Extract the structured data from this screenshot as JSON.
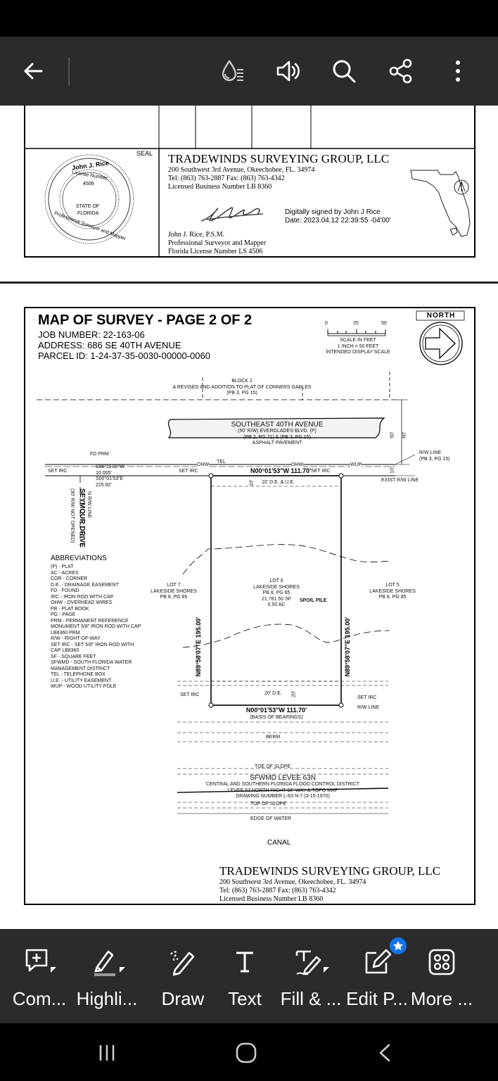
{
  "toolbar": {
    "back_icon": "arrow-left-icon",
    "icons": [
      "read-mode-icon",
      "read-aloud-icon",
      "search-icon",
      "share-icon",
      "more-vertical-icon"
    ]
  },
  "seal": {
    "header": "SEAL",
    "name": "John J. Rice",
    "license_label": "License Number",
    "license_no": "4506",
    "state": "STATE OF",
    "state2": "FLORIDA",
    "arc_text": "Professional Surveyor and Mapper"
  },
  "firm": {
    "name": "TRADEWINDS SURVEYING GROUP, LLC",
    "address": "200 Southwest 3rd Avenue, Okeechobee, FL. 34974",
    "phones": "Tel: (863) 763-2887 Fax: (863) 763-4342",
    "license": "Licensed Business Number LB 8360"
  },
  "signature": {
    "digital_line1": "Digitally signed by John J Rice",
    "digital_line2": "Date: 2023.04.12 22:39:55 -04'00'",
    "name": "John J. Rice, P.S.M.",
    "title": "Professional Surveyor and Mapper",
    "license": "Florida License Number LS 4506"
  },
  "map": {
    "title": "MAP OF SURVEY - PAGE 2 OF 2",
    "job": "JOB NUMBER: 22-163-06",
    "address": "ADDRESS: 686 SE 40TH AVENUE",
    "parcel": "PARCEL ID: 1-24-37-35-0030-00000-0060",
    "scale_ticks": [
      "0",
      "25",
      "50"
    ],
    "scale_l1": "SCALE IN FEET",
    "scale_l2": "1 INCH = 50 FEET",
    "scale_l3": "INTENDED DISPLAY SCALE",
    "north": "NORTH",
    "block_l1": "BLOCK 2",
    "block_l2": "A REVISED AND ADDITION TO PLAT OF CONNERS GABLES",
    "block_l3": "(PB 3, PG 15)",
    "road_l1": "SOUTHEAST 40TH AVENUE",
    "road_l2": "(50' R/W) EVERGLADES BLVD. (P)",
    "road_l3": "(PB 2, PG 71) & (PB 3, PG 15)",
    "road_l4": "ASPHALT PAVEMENT",
    "dim_50": "50'",
    "dim_60": "60'",
    "dim_10": "10'",
    "rw_line_l1": "R/W LINE",
    "rw_line_l2": "(PB 3, PG 15)",
    "exist_rw": "EXIST R/W LINE",
    "fd_prm": "FD PRM",
    "set_irc_left": "SET IRC",
    "bearing1": "S86°11'28\"W",
    "bearing1_dist": "10.005'",
    "bearing2": "S00°01'53\"E",
    "bearing2_dist": "225.92'",
    "set_irc": "SET IRC",
    "ohw": "OHW",
    "tel": "TEL",
    "wup": "WUP",
    "north_line": "N00°01'53\"W 111.70'",
    "de_ue": "10' D.E. & U.E.",
    "dim_10b": "10'",
    "seymour_l1": "SEYMOUR DRIVE",
    "seymour_l2": "(30' R/W NOT OPENED)",
    "nrw": "N R/W LINE",
    "abbr_title": "ABBREVIATIONS",
    "abbr": [
      "(P) - PLAT",
      "AC - ACRES",
      "COR - CORNER",
      "D.E. - DRAINAGE EASEMENT",
      "FD - FOUND",
      "IRC - IRON ROD WITH CAP",
      "OHW - OVERHEAD WIRES",
      "PB - PLAT BOOK",
      "PG - PAGE",
      "PRM - PERMANENT REFERENCE",
      "MONUMENT 5/8\" IRON ROD WITH CAP",
      "LB8360 PRM",
      "R/W - RIGHT-OF-WAY",
      "SET IRC - SET 5/8\" IRON ROD WITH",
      "CAP LB8360",
      "SF - SQUARE FEET",
      "SFWMD - SOUTH FLORIDA WATER",
      "MANAGEMENT DISTRICT",
      "TEL - TELEPHONE BOX",
      "U.E. - UTILITY EASEMENT",
      "WUP - WOOD UTILITY POLE"
    ],
    "west_side": "N89°58'07\"E 195.00'",
    "east_side": "N89°58'07\"E 195.00'",
    "lot7_l1": "LOT 7",
    "lot7_l2": "LAKESIDE SHORES",
    "lot7_l3": "PB 8, PG 85",
    "lot6_l1": "LOT 6",
    "lot6_l2": "LAKESIDE SHORES",
    "lot6_l3": "PB 8, PG 85",
    "lot6_l4": "21,781.50 SF",
    "lot6_l5": "0.50 AC",
    "spoil": "SPOIL PILE",
    "lot5_l1": "LOT 5",
    "lot5_l2": "LAKESIDE SHORES",
    "lot5_l3": "PB 8, PG 85",
    "de20": "20' D.E.",
    "dim_20": "20'",
    "south_line": "N00°01'53\"W 111.70'",
    "basis": "(BASIS OF BEARINGS)",
    "rw_line": "R/W LINE",
    "berm": "BERM",
    "toe": "TOE OF SLOPE",
    "levee_l1": "SFWMD LEVEE 63N",
    "levee_l2": "CENTRAL AND SOUTHERN FLORIDA FLOOD CONTROL DISTRICT",
    "levee_l3": "LEVEE 63 NORTH RIGHT OF WAY & TOPO MAP",
    "levee_l4": "DRAWING NUMBER L-63 N-7 (3-15-1970)",
    "top": "TOP OF SLOPE",
    "edge": "EDGE OF WATER",
    "canal": "CANAL"
  },
  "bottom_tools": [
    {
      "label": "Com...",
      "icon": "comment-icon"
    },
    {
      "label": "Highli...",
      "icon": "highlight-icon"
    },
    {
      "label": "Draw",
      "icon": "draw-icon"
    },
    {
      "label": "Text",
      "icon": "text-icon"
    },
    {
      "label": "Fill & ...",
      "icon": "fill-sign-icon"
    },
    {
      "label": "Edit P...",
      "icon": "edit-pdf-icon"
    },
    {
      "label": "More ...",
      "icon": "more-tools-icon"
    }
  ],
  "colors": {
    "toolbar_bg": "#2b2b2b",
    "badge": "#1473e6"
  }
}
